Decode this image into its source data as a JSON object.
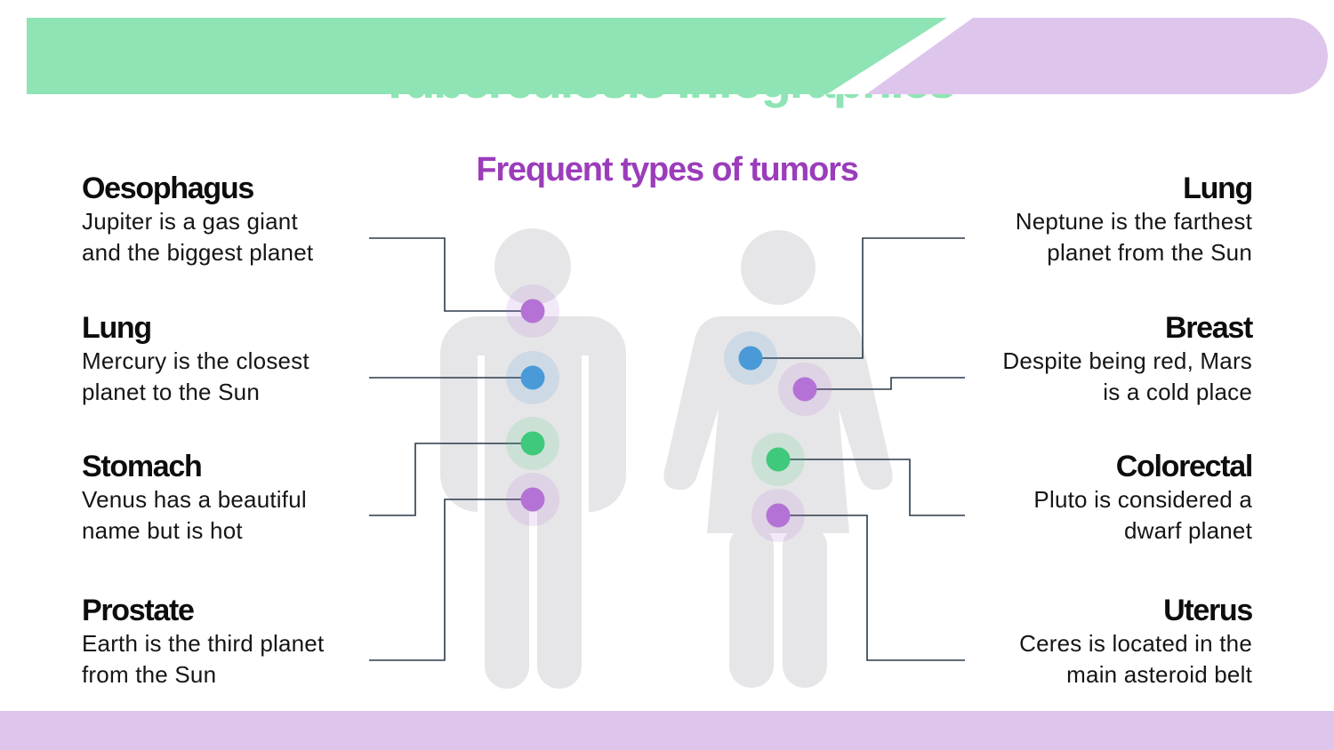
{
  "slide": {
    "title": "Tuberculosis Infographics",
    "subtitle": "Frequent types of tumors"
  },
  "colors": {
    "green_band": "#8ee4b4",
    "lilac_band": "#dec5ec",
    "subtitle": "#9b3dbb",
    "silhouette": "#e6e6e8",
    "purple_marker": "#b572d6",
    "blue_marker": "#4a9ad8",
    "green_marker": "#3ec97c",
    "connector_line": "#2a3a4a"
  },
  "labels": {
    "left": [
      {
        "title": "Oesophagus",
        "line1": "Jupiter is a gas giant",
        "line2": "and the biggest planet"
      },
      {
        "title": "Lung",
        "line1": "Mercury is the closest",
        "line2": "planet to the Sun"
      },
      {
        "title": "Stomach",
        "line1": "Venus has a beautiful",
        "line2": "name but is hot"
      },
      {
        "title": "Prostate",
        "line1": "Earth is the third planet",
        "line2": "from the Sun"
      }
    ],
    "right": [
      {
        "title": "Lung",
        "line1": "Neptune is the farthest",
        "line2": "planet from the Sun"
      },
      {
        "title": "Breast",
        "line1": "Despite being red, Mars",
        "line2": "is a cold place"
      },
      {
        "title": "Colorectal",
        "line1": "Pluto is considered a",
        "line2": "dwarf planet"
      },
      {
        "title": "Uterus",
        "line1": "Ceres is located in the",
        "line2": "main asteroid belt"
      }
    ]
  },
  "figures": {
    "male": {
      "icon": "male-figure-icon"
    },
    "female": {
      "icon": "female-figure-icon"
    }
  }
}
